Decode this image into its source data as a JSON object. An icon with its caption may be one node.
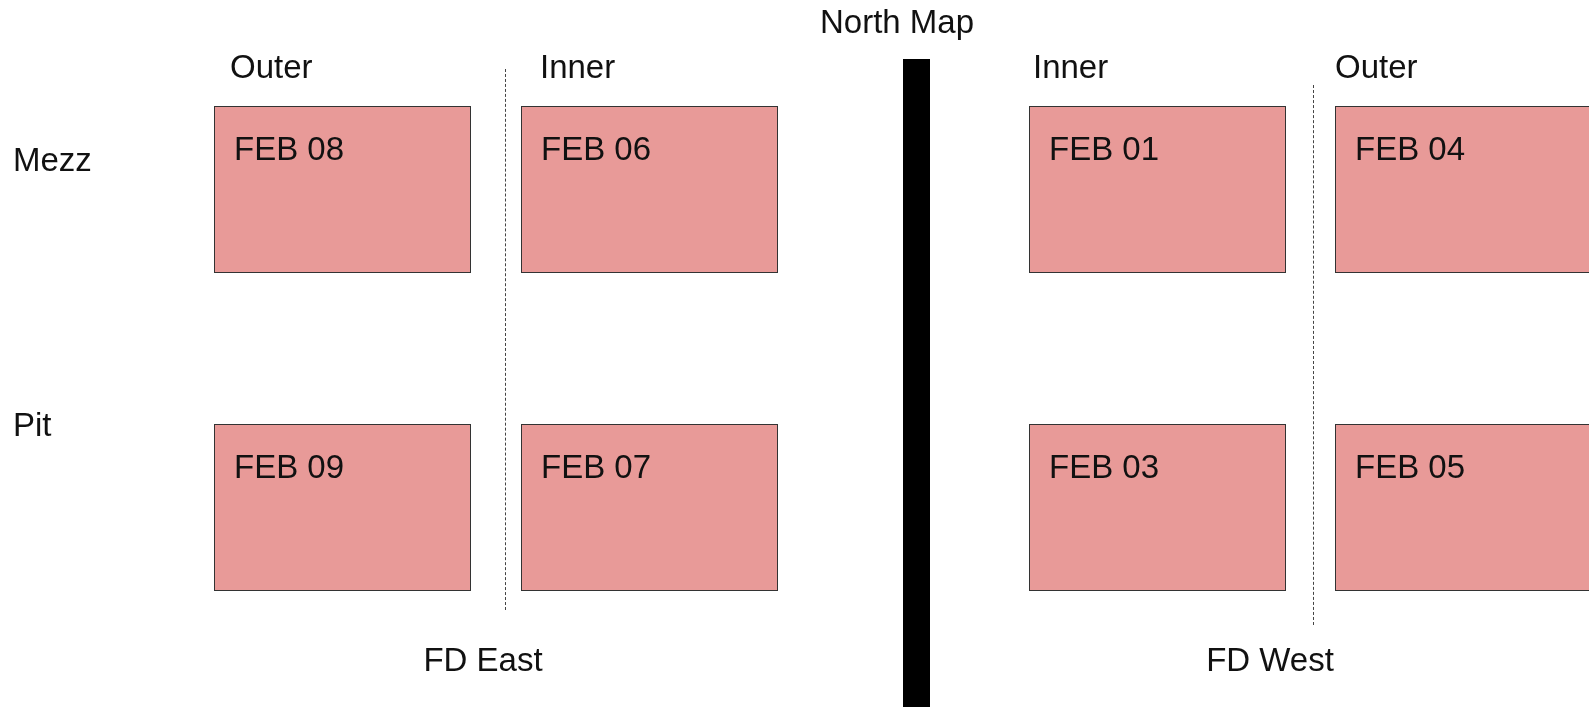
{
  "diagram": {
    "nodes": [
      {
        "text": [
          "FEB 08"
        ]
      },
      {
        "text": [
          "FEB 06"
        ]
      },
      {
        "text": [
          "FEB 01"
        ]
      },
      {
        "text": [
          "FEB 04"
        ]
      },
      {
        "text": [
          "FEB 09"
        ]
      },
      {
        "text": [
          "FEB 07"
        ]
      },
      {
        "text": [
          "FEB 03"
        ]
      },
      {
        "text": [
          "FEB 05"
        ]
      },
      {
        "text": [],
        "shape": "bar"
      }
    ],
    "labels": [
      "North Map",
      "Outer",
      "Inner",
      "Inner",
      "Outer",
      "Mezz",
      "Pit",
      "FD East",
      "FD West"
    ]
  }
}
